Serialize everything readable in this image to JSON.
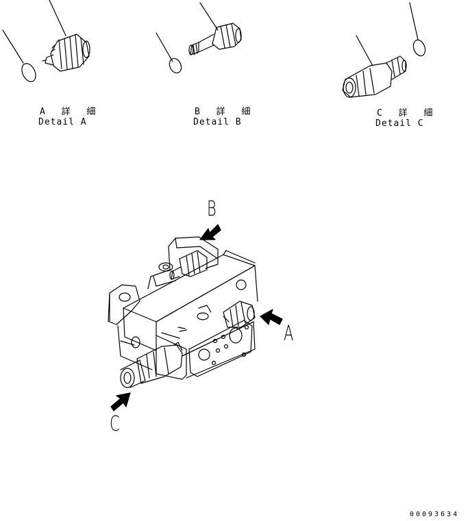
{
  "details": {
    "a": {
      "jp": "A 詳 細",
      "en": "Detail A"
    },
    "b": {
      "jp": "B 詳 細",
      "en": "Detail B"
    },
    "c": {
      "jp": "C 詳 細",
      "en": "Detail C"
    }
  },
  "callouts": {
    "a": "A",
    "b": "B",
    "c": "C"
  },
  "drawing_number": "00093634"
}
